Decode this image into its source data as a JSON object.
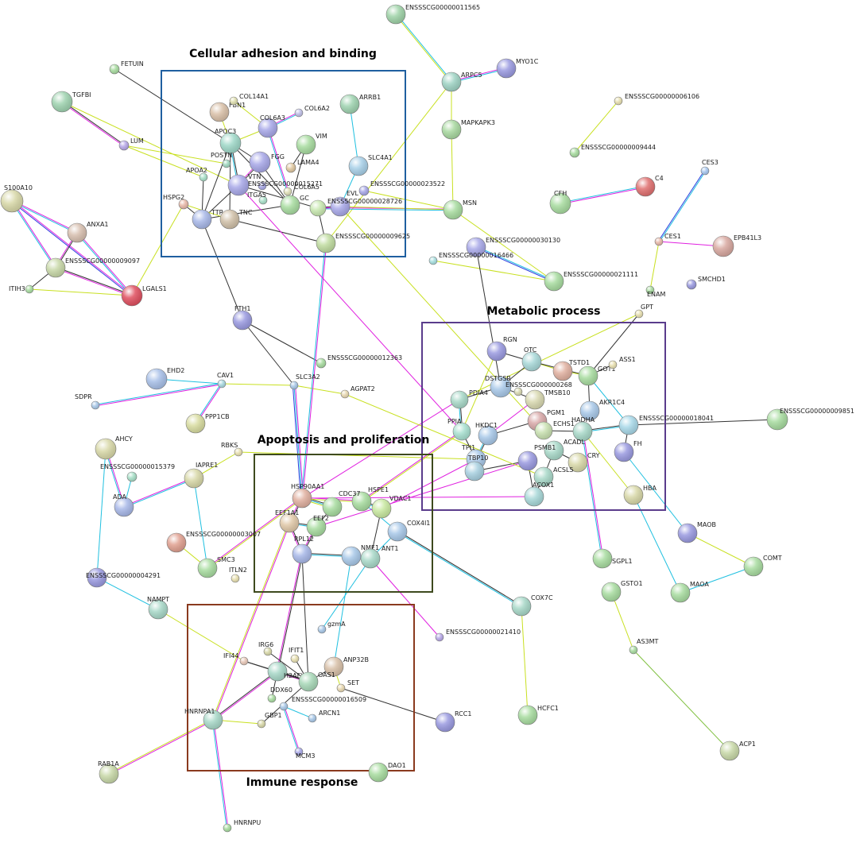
{
  "clusters": [
    {
      "id": "adhesion",
      "title": "Cellular adhesion and binding",
      "color": "#1f5fa0"
    },
    {
      "id": "metabolic",
      "title": "Metabolic process",
      "color": "#5a3c8c"
    },
    {
      "id": "apoptosis",
      "title": "Apoptosis and proliferation",
      "color": "#3e4a1e"
    },
    {
      "id": "immune",
      "title": "Immune response",
      "color": "#8a3a1e"
    }
  ],
  "nodes": [
    {
      "label": "ENSSSCG00000011565",
      "color": "#9fd3a8"
    },
    {
      "label": "MYO1C",
      "color": "#9a9ae0"
    },
    {
      "label": "ARPC5",
      "color": "#9fd3c4"
    },
    {
      "label": "FETUIN",
      "color": "#a8dca0"
    },
    {
      "label": "TGFBI",
      "color": "#9fd3b0"
    },
    {
      "label": "FBN1",
      "color": "#d9c0a8"
    },
    {
      "label": "COL14A1",
      "color": "#e0e0b0"
    },
    {
      "label": "COL6A2",
      "color": "#c0c0e8"
    },
    {
      "label": "ARRB1",
      "color": "#9fd3b0"
    },
    {
      "label": "ENSSSCG00000006106",
      "color": "#e8e0b0"
    },
    {
      "label": "MAPKAPK3",
      "color": "#a8d8a0"
    },
    {
      "label": "APOC3",
      "color": "#9fd8c8"
    },
    {
      "label": "COL6A3",
      "color": "#a8a8e8"
    },
    {
      "label": "ENSSSCG00000009444",
      "color": "#a8dca0"
    },
    {
      "label": "LUM",
      "color": "#b8a8e8"
    },
    {
      "label": "VIM",
      "color": "#a8dca0"
    },
    {
      "label": "FGG",
      "color": "#a8a8e8"
    },
    {
      "label": "CES3",
      "color": "#a8c8f0"
    },
    {
      "label": "SLC4A1",
      "color": "#a8d0e8"
    },
    {
      "label": "C4",
      "color": "#e07070"
    },
    {
      "label": "POSTN",
      "color": "#a0d8c0"
    },
    {
      "label": "ENSSSCG00000023522",
      "color": "#a8a8e8"
    },
    {
      "label": "APOA2",
      "color": "#a8e0c8"
    },
    {
      "label": "VTN",
      "color": "#a8a8e8"
    },
    {
      "label": "ENSSSCG00000015271",
      "color": "#a8a8e8"
    },
    {
      "label": "LAMA4",
      "color": "#e0c8a0"
    },
    {
      "label": "S100A10",
      "color": "#d8d8a8"
    },
    {
      "label": "CFH",
      "color": "#a8dca0"
    },
    {
      "label": "ITGA5",
      "color": "#a8e0c8"
    },
    {
      "label": "COL6A5",
      "color": "#e0e0b8"
    },
    {
      "label": "HSPG2",
      "color": "#e8b8a8"
    },
    {
      "label": "GC",
      "color": "#a8dca0"
    },
    {
      "label": "EVL",
      "color": "#a8a8e8"
    },
    {
      "label": "MSN",
      "color": "#a8dca0"
    },
    {
      "label": "ANXA1",
      "color": "#d8c0b0"
    },
    {
      "label": "TTR",
      "color": "#a8b8e8"
    },
    {
      "label": "TNC",
      "color": "#d0c0a8"
    },
    {
      "label": "ENSSSCG00000028726",
      "color": "#c8e8b0"
    },
    {
      "label": "CES1",
      "color": "#e8b8a8"
    },
    {
      "label": "EPB41L3",
      "color": "#d8a8a0"
    },
    {
      "label": "ENSSSCG00000009625",
      "color": "#c0dca0"
    },
    {
      "label": "ENSSSCG00000030130",
      "color": "#a8a8e8"
    },
    {
      "label": "ENSSSCG00000009097",
      "color": "#c8d8a8"
    },
    {
      "label": "ENSSSCG00000016466",
      "color": "#a8e0e0"
    },
    {
      "label": "ITIH3",
      "color": "#a8dca0"
    },
    {
      "label": "LGALS1",
      "color": "#e05060"
    },
    {
      "label": "SMCHD1",
      "color": "#9a9ae0"
    },
    {
      "label": "ENSSSCG00000021111",
      "color": "#a8dca0"
    },
    {
      "label": "ENAM",
      "color": "#a8dca0"
    },
    {
      "label": "Metabolic process",
      "color": ""
    },
    {
      "label": "FTH1",
      "color": "#9a9ae0"
    },
    {
      "label": "GPT",
      "color": "#e8e0b0"
    },
    {
      "label": "RGN",
      "color": "#9a9ae0"
    },
    {
      "label": "OTC",
      "color": "#a8d8d8"
    },
    {
      "label": "TSTD1",
      "color": "#e0b0a0"
    },
    {
      "label": "GOT1",
      "color": "#a8dca0"
    },
    {
      "label": "ASS1",
      "color": "#e8e0b0"
    },
    {
      "label": "ENSSSCG00000012363",
      "color": "#a8dca0"
    },
    {
      "label": "DSTGSR",
      "color": "#a8c8e8"
    },
    {
      "label": "ENSSSCG000000268",
      "color": "#d8d8b0"
    },
    {
      "label": "TMSB10",
      "color": "#d8d8b0"
    },
    {
      "label": "EHD2",
      "color": "#a8c0e8"
    },
    {
      "label": "CAV1",
      "color": "#a8d8e0"
    },
    {
      "label": "SLC3A2",
      "color": "#a8c8e8"
    },
    {
      "label": "AGPAT2",
      "color": "#e8d8b0"
    },
    {
      "label": "PDIA4",
      "color": "#a8d8c8"
    },
    {
      "label": "AKR1C4",
      "color": "#a8c8e8"
    },
    {
      "label": "ENSSSCG00000018041",
      "color": "#a8d8e8"
    },
    {
      "label": "ENSSSCG00000009851",
      "color": "#a8dca0"
    },
    {
      "label": "SDPR",
      "color": "#a8c8e8"
    },
    {
      "label": "PPP1CB",
      "color": "#d8dca0"
    },
    {
      "label": "PGM1",
      "color": "#d8a8a8"
    },
    {
      "label": "ECHS1",
      "color": "#c8e0b0"
    },
    {
      "label": "HADHA",
      "color": "#a8d8c8"
    },
    {
      "label": "PPIA",
      "color": "#a8e0d0"
    },
    {
      "label": "HKDC1",
      "color": "#a8c8e8"
    },
    {
      "label": "FH",
      "color": "#9a9ae0"
    },
    {
      "label": "AHCY",
      "color": "#d8d8a8"
    },
    {
      "label": "RBKS",
      "color": "#e8e0b0"
    },
    {
      "label": "ACADL",
      "color": "#a8d8c8"
    },
    {
      "label": "CRY",
      "color": "#d8d8a8"
    },
    {
      "label": "TPI1",
      "color": "#a8c8e8"
    },
    {
      "label": "PSMB1",
      "color": "#9a9ae0"
    },
    {
      "label": "ACSL5",
      "color": "#a8d8c8"
    },
    {
      "label": "TBP10",
      "color": "#a8d0e0"
    },
    {
      "label": "ENSSSCG00000015379",
      "color": "#a8e0c8"
    },
    {
      "label": "IAPRE1",
      "color": "#d8d8a8"
    },
    {
      "label": "HBA",
      "color": "#d8d8a8"
    },
    {
      "label": "ACOX1",
      "color": "#a8d8d8"
    },
    {
      "label": "HSP90AA1",
      "color": "#e0b0a0"
    },
    {
      "label": "HSPE1",
      "color": "#a8dca0"
    },
    {
      "label": "CDC37",
      "color": "#a8dca0"
    },
    {
      "label": "VDAC1",
      "color": "#c8e8a0"
    },
    {
      "label": "ADA",
      "color": "#a8b8e8"
    },
    {
      "label": "EEF1A1",
      "color": "#e0c8a8"
    },
    {
      "label": "EEF2",
      "color": "#a8dca0"
    },
    {
      "label": "COX4I1",
      "color": "#a8c8e8"
    },
    {
      "label": "MAOB",
      "color": "#9a9ae0"
    },
    {
      "label": "ENSSSCG00000003007",
      "color": "#e0a090"
    },
    {
      "label": "RPL12",
      "color": "#a8b8e8"
    },
    {
      "label": "NME1",
      "color": "#a8c8e8"
    },
    {
      "label": "ANT1",
      "color": "#a8d8c8"
    },
    {
      "label": "SGPL1",
      "color": "#a8dca0"
    },
    {
      "label": "COMT",
      "color": "#a8dca0"
    },
    {
      "label": "SMC3",
      "color": "#a8dca0"
    },
    {
      "label": "ITLN2",
      "color": "#e8e0b0"
    },
    {
      "label": "ENSSSCG00000004291",
      "color": "#9a9ae0"
    },
    {
      "label": "GSTO1",
      "color": "#a8dca0"
    },
    {
      "label": "MAOA",
      "color": "#a8dca0"
    },
    {
      "label": "NAMPT",
      "color": "#a8d8c8"
    },
    {
      "label": "COX7C",
      "color": "#a8d8c8"
    },
    {
      "label": "gzmA",
      "color": "#a8c8e8"
    },
    {
      "label": "ENSSSCG00000021410",
      "color": "#b8a8e8"
    },
    {
      "label": "AS3MT",
      "color": "#a8dca0"
    },
    {
      "label": "IRG6",
      "color": "#d8d8a8"
    },
    {
      "label": "IFIT1",
      "color": "#e8e0b0"
    },
    {
      "label": "IFI44",
      "color": "#e8c8b8"
    },
    {
      "label": "H2AFY",
      "color": "#a8d8c8"
    },
    {
      "label": "ANP32B",
      "color": "#d8c0a8"
    },
    {
      "label": "OAS1",
      "color": "#a8d8b8"
    },
    {
      "label": "SET",
      "color": "#e8d8b0"
    },
    {
      "label": "DDX60",
      "color": "#a8dca0"
    },
    {
      "label": "ENSSSCG00000016509",
      "color": "#a8c8e8"
    },
    {
      "label": "HNRNPA1",
      "color": "#a8d8c8"
    },
    {
      "label": "GBP1",
      "color": "#d8d8a8"
    },
    {
      "label": "ARCN1",
      "color": "#a8c8e8"
    },
    {
      "label": "RCC1",
      "color": "#9a9ae0"
    },
    {
      "label": "HCFC1",
      "color": "#a8dca0"
    },
    {
      "label": "MCM3",
      "color": "#a8a8e8"
    },
    {
      "label": "DAO1",
      "color": "#a8dca0"
    },
    {
      "label": "RAB1A",
      "color": "#c8d8a8"
    },
    {
      "label": "ACP1",
      "color": "#c8d8a8"
    },
    {
      "label": "HNRNPU",
      "color": "#a8dca0"
    }
  ],
  "edge_colors": [
    "#333333",
    "#e020e0",
    "#20c0e0",
    "#c8e020",
    "#3040e0",
    "#80c040"
  ]
}
